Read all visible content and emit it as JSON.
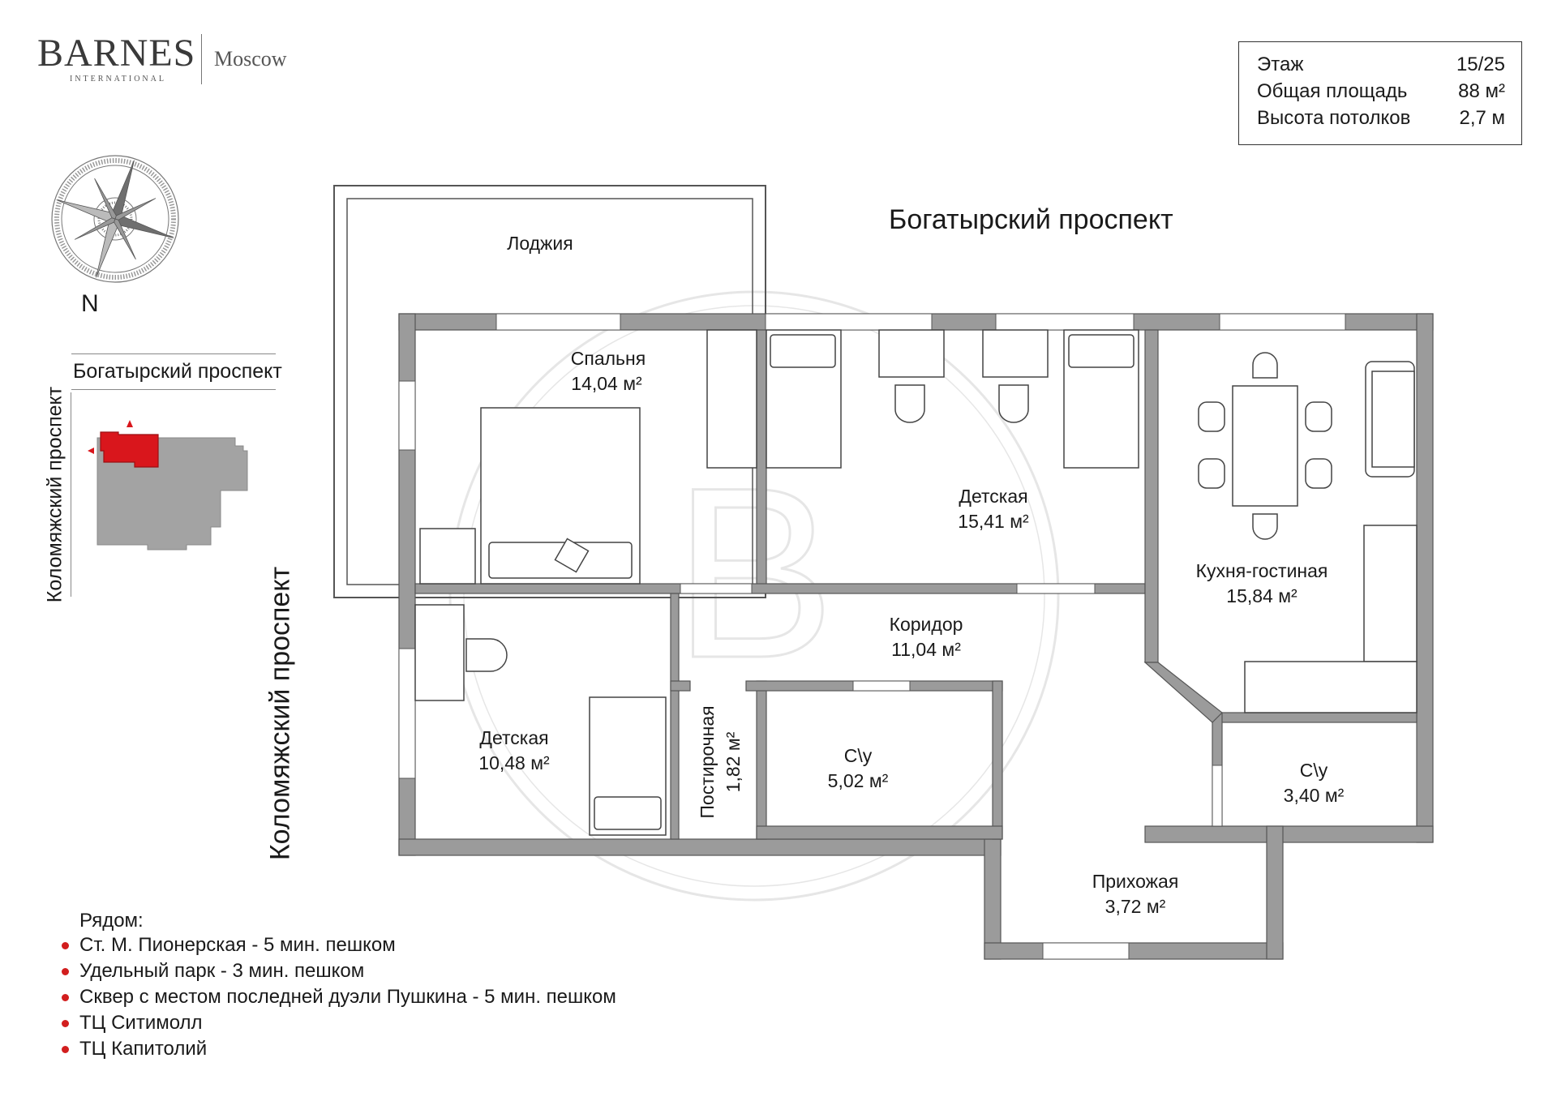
{
  "brand": {
    "name": "BARNES",
    "subtitle": "INTERNATIONAL",
    "city": "Moscow"
  },
  "info": [
    {
      "label": "Этаж",
      "value": "15/25"
    },
    {
      "label": "Общая площадь",
      "value": "88 м²"
    },
    {
      "label": "Высота потолков",
      "value": "2,7 м"
    }
  ],
  "compass": {
    "north_label": "N"
  },
  "streets": {
    "top_main": "Богатырский проспект",
    "side_main": "Коломяжский проспект",
    "mini_top": "Богатырский проспект",
    "mini_side": "Коломяжский проспект"
  },
  "rooms": {
    "loggia": {
      "name": "Лоджия"
    },
    "bedroom": {
      "name": "Спальня",
      "area": "14,04 м²"
    },
    "kids1": {
      "name": "Детская",
      "area": "15,41 м²"
    },
    "kitchen": {
      "name": "Кухня-гостиная",
      "area": "15,84 м²"
    },
    "corridor": {
      "name": "Коридор",
      "area": "11,04 м²"
    },
    "kids2": {
      "name": "Детская",
      "area": "10,48 м²"
    },
    "laundry": {
      "name": "Постирочная",
      "area": "1,82 м²"
    },
    "bath1": {
      "name": "С\\у",
      "area": "5,02 м²"
    },
    "bath2": {
      "name": "С\\у",
      "area": "3,40 м²"
    },
    "hall": {
      "name": "Прихожая",
      "area": "3,72 м²"
    }
  },
  "nearby": {
    "title": "Рядом:",
    "items": [
      "Ст. М. Пионерская - 5 мин. пешком",
      "Удельный парк - 3 мин. пешком",
      "Сквер с местом последней дуэли Пушкина - 5 мин. пешком",
      "ТЦ Ситимолл",
      "ТЦ Капитолий"
    ]
  },
  "colors": {
    "wall": "#9b9b9b",
    "highlight": "#d9161c",
    "building": "#a3a3a3",
    "bullet": "#d21e1e"
  }
}
